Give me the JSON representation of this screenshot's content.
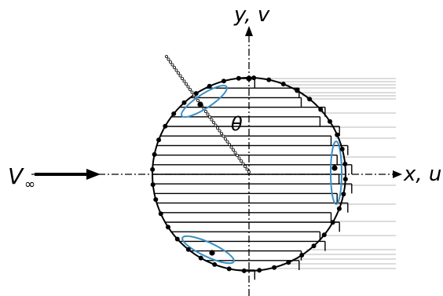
{
  "labels": {
    "y_axis": "y, v",
    "x_axis": "x, u",
    "freestream": "V",
    "freestream_sub": "∞",
    "angle": "θ"
  },
  "colors": {
    "ink": "#000000",
    "ellipse": "#3a8fc4",
    "wake_line": "#b8b8b8"
  }
}
